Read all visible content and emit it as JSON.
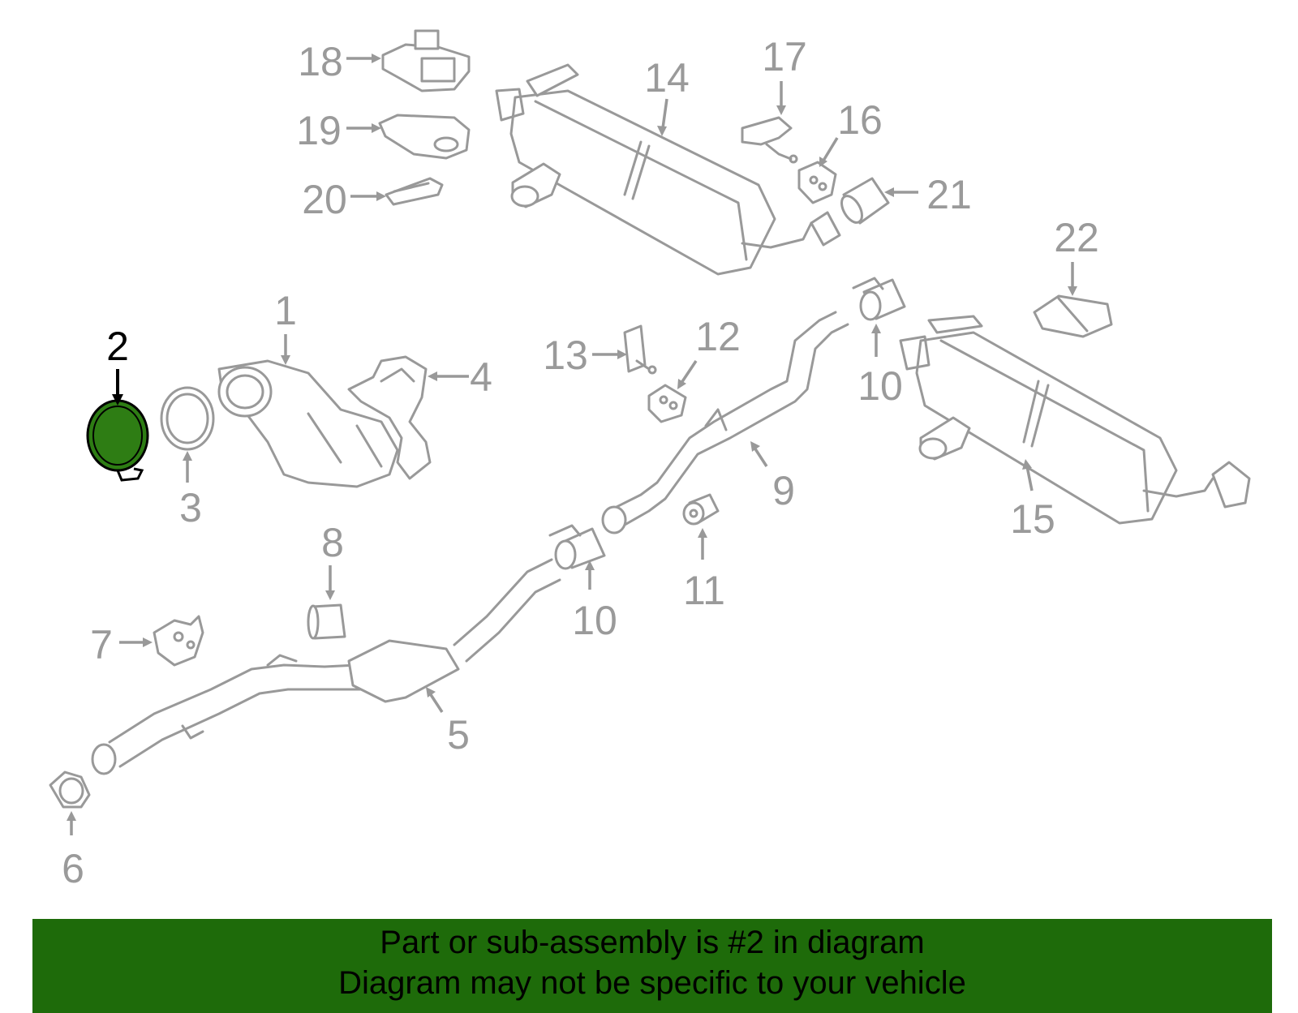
{
  "diagram": {
    "highlighted_part": "2",
    "highlight_color": "#2e7d14",
    "callouts": {
      "c1": "1",
      "c2": "2",
      "c3": "3",
      "c4": "4",
      "c5": "5",
      "c6": "6",
      "c7": "7",
      "c8": "8",
      "c9": "9",
      "c10a": "10",
      "c10b": "10",
      "c11": "11",
      "c12": "12",
      "c13": "13",
      "c14": "14",
      "c15": "15",
      "c16": "16",
      "c17": "17",
      "c18": "18",
      "c19": "19",
      "c20": "20",
      "c21": "21",
      "c22": "22"
    }
  },
  "banner": {
    "line1": "Part or sub-assembly is #2 in diagram",
    "line2": "Diagram may not be specific to your vehicle",
    "background": "#1e6b0a"
  }
}
